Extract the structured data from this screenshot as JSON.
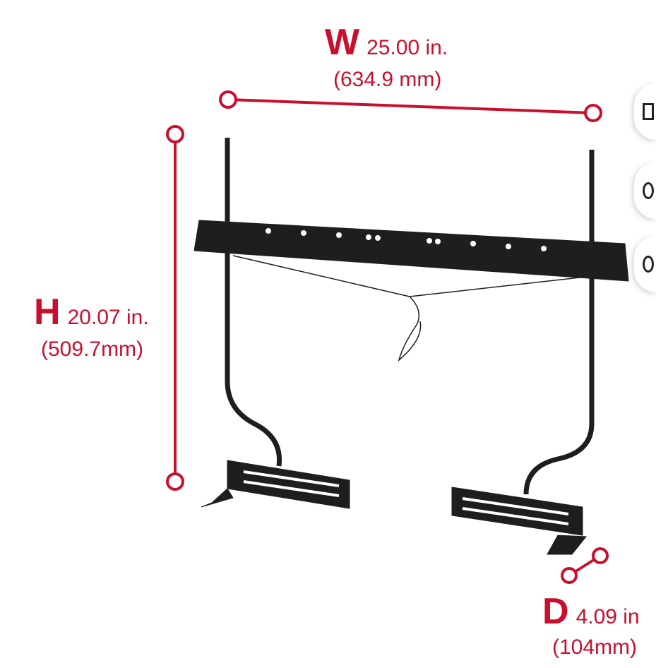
{
  "dimensions": {
    "width": {
      "letter": "W",
      "inches": "25.00 in.",
      "mm": "(634.9 mm)"
    },
    "height": {
      "letter": "H",
      "inches": "20.07 in.",
      "mm": "(509.7mm)"
    },
    "depth": {
      "letter": "D",
      "inches": "4.09 in",
      "mm": "(104mm)"
    }
  },
  "colors": {
    "accent": "#c8102e",
    "product": "#1e1e1e"
  },
  "side_buttons": [
    {
      "icon": "view-in-room-icon"
    },
    {
      "icon": "heart-icon"
    },
    {
      "icon": "zoom-icon"
    }
  ]
}
